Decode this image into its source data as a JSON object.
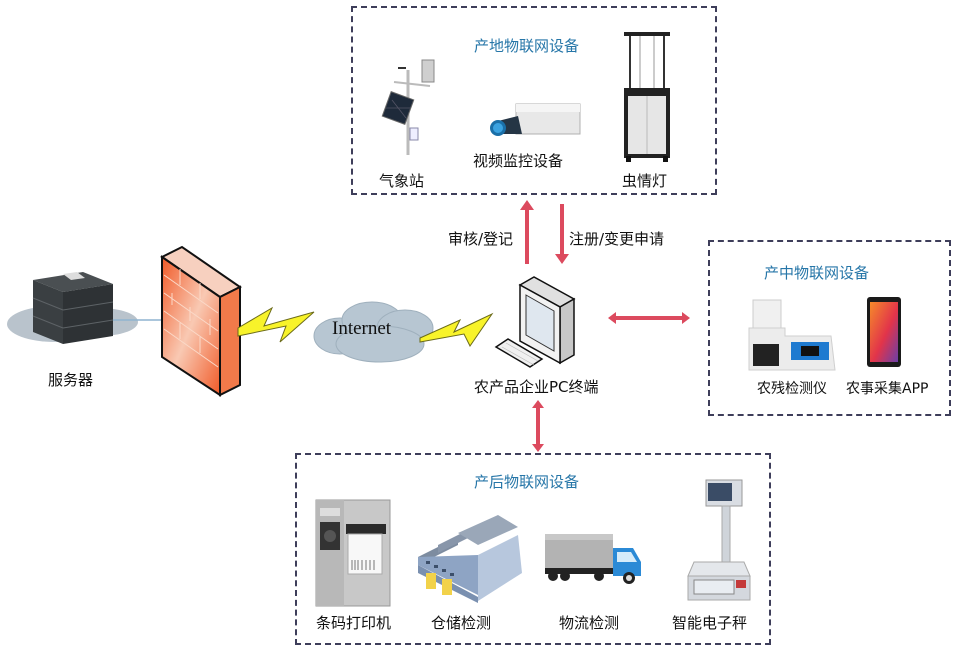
{
  "diagram": {
    "server": {
      "label": "服务器",
      "icon": "server-rack-icon"
    },
    "firewall": {
      "icon": "firewall-icon"
    },
    "internet": {
      "label": "Internet",
      "icon": "cloud-icon"
    },
    "pc_terminal": {
      "label": "农产品企业PC终端",
      "icon": "desktop-pc-icon"
    },
    "arrows": {
      "up_label": "审核/登记",
      "down_label": "注册/变更申请",
      "color": "#dc4a5e"
    },
    "groups": {
      "origin": {
        "title": "产地物联网设备",
        "items": [
          {
            "label": "气象站",
            "icon": "weather-station-icon"
          },
          {
            "label": "视频监控设备",
            "icon": "camera-icon"
          },
          {
            "label": "虫情灯",
            "icon": "insect-lamp-icon"
          }
        ]
      },
      "midstream": {
        "title": "产中物联网设备",
        "items": [
          {
            "label": "农残检测仪",
            "icon": "pesticide-detector-icon"
          },
          {
            "label": "农事采集APP",
            "icon": "smartphone-icon"
          }
        ]
      },
      "postharvest": {
        "title": "产后物联网设备",
        "items": [
          {
            "label": "条码打印机",
            "icon": "barcode-printer-icon"
          },
          {
            "label": "仓储检测",
            "icon": "warehouse-icon"
          },
          {
            "label": "物流检测",
            "icon": "truck-icon"
          },
          {
            "label": "智能电子秤",
            "icon": "electronic-scale-icon"
          }
        ]
      }
    },
    "colors": {
      "group_title": "#2676a8",
      "border": "#3e3e5a",
      "arrow": "#dc4a5e"
    }
  }
}
